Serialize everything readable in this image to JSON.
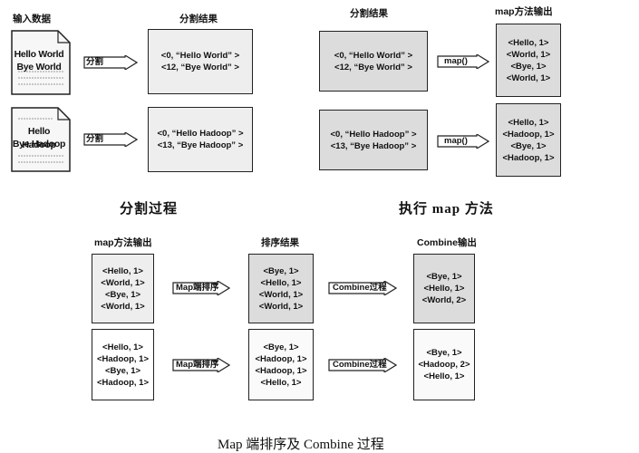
{
  "section1": {
    "input_label": "输入数据",
    "split_label": "分割结果",
    "doc1": [
      "Hello World",
      "Bye World"
    ],
    "doc2": [
      "Hello Hadoop",
      "Bye Hadoop"
    ],
    "arrow": "分割",
    "split1": [
      "<0, “Hello World” >",
      "<12, “Bye World” >"
    ],
    "split2": [
      "<0, “Hello Hadoop” >",
      "<13, “Bye Hadoop” >"
    ],
    "caption": "分割过程"
  },
  "section2": {
    "split_label": "分割结果",
    "map_out_label": "map方法输出",
    "split1": [
      "<0, “Hello World” >",
      "<12, “Bye World” >"
    ],
    "split2": [
      "<0, “Hello Hadoop” >",
      "<13, “Bye Hadoop” >"
    ],
    "arrow": "map()",
    "map1": [
      "<Hello, 1>",
      "<World, 1>",
      "<Bye, 1>",
      "<World, 1>"
    ],
    "map2": [
      "<Hello, 1>",
      "<Hadoop, 1>",
      "<Bye, 1>",
      "<Hadoop, 1>"
    ],
    "caption": "执行 map 方法"
  },
  "section3": {
    "map_out_label": "map方法输出",
    "sort_label": "排序结果",
    "combine_label": "Combine输出",
    "map1": [
      "<Hello, 1>",
      "<World, 1>",
      "<Bye, 1>",
      "<World, 1>"
    ],
    "map2": [
      "<Hello, 1>",
      "<Hadoop, 1>",
      "<Bye, 1>",
      "<Hadoop, 1>"
    ],
    "sort_arrow": "Map端排序",
    "sort1": [
      "<Bye, 1>",
      "<Hello, 1>",
      "<World, 1>",
      "<World, 1>"
    ],
    "sort2": [
      "<Bye, 1>",
      "<Hadoop, 1>",
      "<Hadoop, 1>",
      "<Hello, 1>"
    ],
    "combine_arrow": "Combine过程",
    "comb1": [
      "<Bye, 1>",
      "<Hello, 1>",
      "<World, 2>"
    ],
    "comb2": [
      "<Bye, 1>",
      "<Hadoop, 2>",
      "<Hello, 1>"
    ],
    "caption": "Map 端排序及 Combine 过程"
  }
}
